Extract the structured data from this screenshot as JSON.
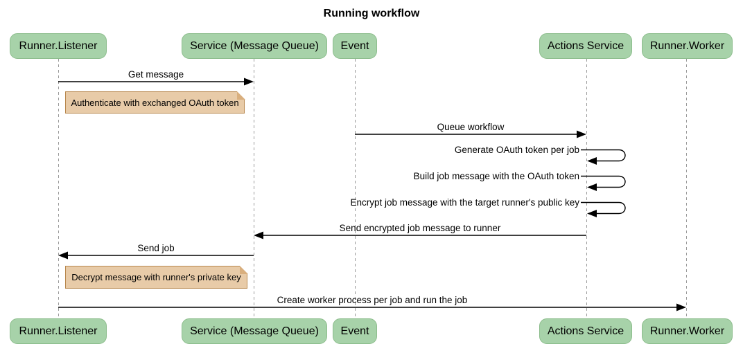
{
  "diagram": {
    "title": "Running workflow",
    "type": "sequence-diagram",
    "actors": [
      {
        "id": "runner-listener",
        "label": "Runner.Listener"
      },
      {
        "id": "service-message-queue",
        "label": "Service (Message Queue)"
      },
      {
        "id": "event",
        "label": "Event"
      },
      {
        "id": "actions-service",
        "label": "Actions Service"
      },
      {
        "id": "runner-worker",
        "label": "Runner.Worker"
      }
    ],
    "messages": [
      {
        "from": "Runner.Listener",
        "to": "Service (Message Queue)",
        "label": "Get message",
        "style": "solid-arrow"
      },
      {
        "from": "Event",
        "to": "Actions Service",
        "label": "Queue workflow",
        "style": "solid-arrow"
      },
      {
        "from": "Actions Service",
        "to": "Actions Service",
        "label": "Generate OAuth token per job",
        "style": "self-loop"
      },
      {
        "from": "Actions Service",
        "to": "Actions Service",
        "label": "Build job message with the OAuth token",
        "style": "self-loop"
      },
      {
        "from": "Actions Service",
        "to": "Actions Service",
        "label": "Encrypt job message with the target runner's public key",
        "style": "self-loop"
      },
      {
        "from": "Actions Service",
        "to": "Service (Message Queue)",
        "label": "Send encrypted job message to runner",
        "style": "solid-arrow"
      },
      {
        "from": "Service (Message Queue)",
        "to": "Runner.Listener",
        "label": "Send job",
        "style": "solid-arrow"
      },
      {
        "from": "Runner.Listener",
        "to": "Runner.Worker",
        "label": "Create worker process per job and run the job",
        "style": "solid-arrow"
      }
    ],
    "notes": [
      {
        "over": "Runner.Listener",
        "text": "Authenticate with exchanged OAuth token"
      },
      {
        "over": "Runner.Listener",
        "text": "Decrypt message with runner's private key"
      }
    ],
    "colors": {
      "actor_fill": "#A7D2A9",
      "actor_border": "#8CBD8C",
      "note_fill": "#E8CBA8",
      "note_border": "#B8884E",
      "message_line": "#000000",
      "lifeline": "#999999",
      "background": "#FFFFFF"
    }
  }
}
